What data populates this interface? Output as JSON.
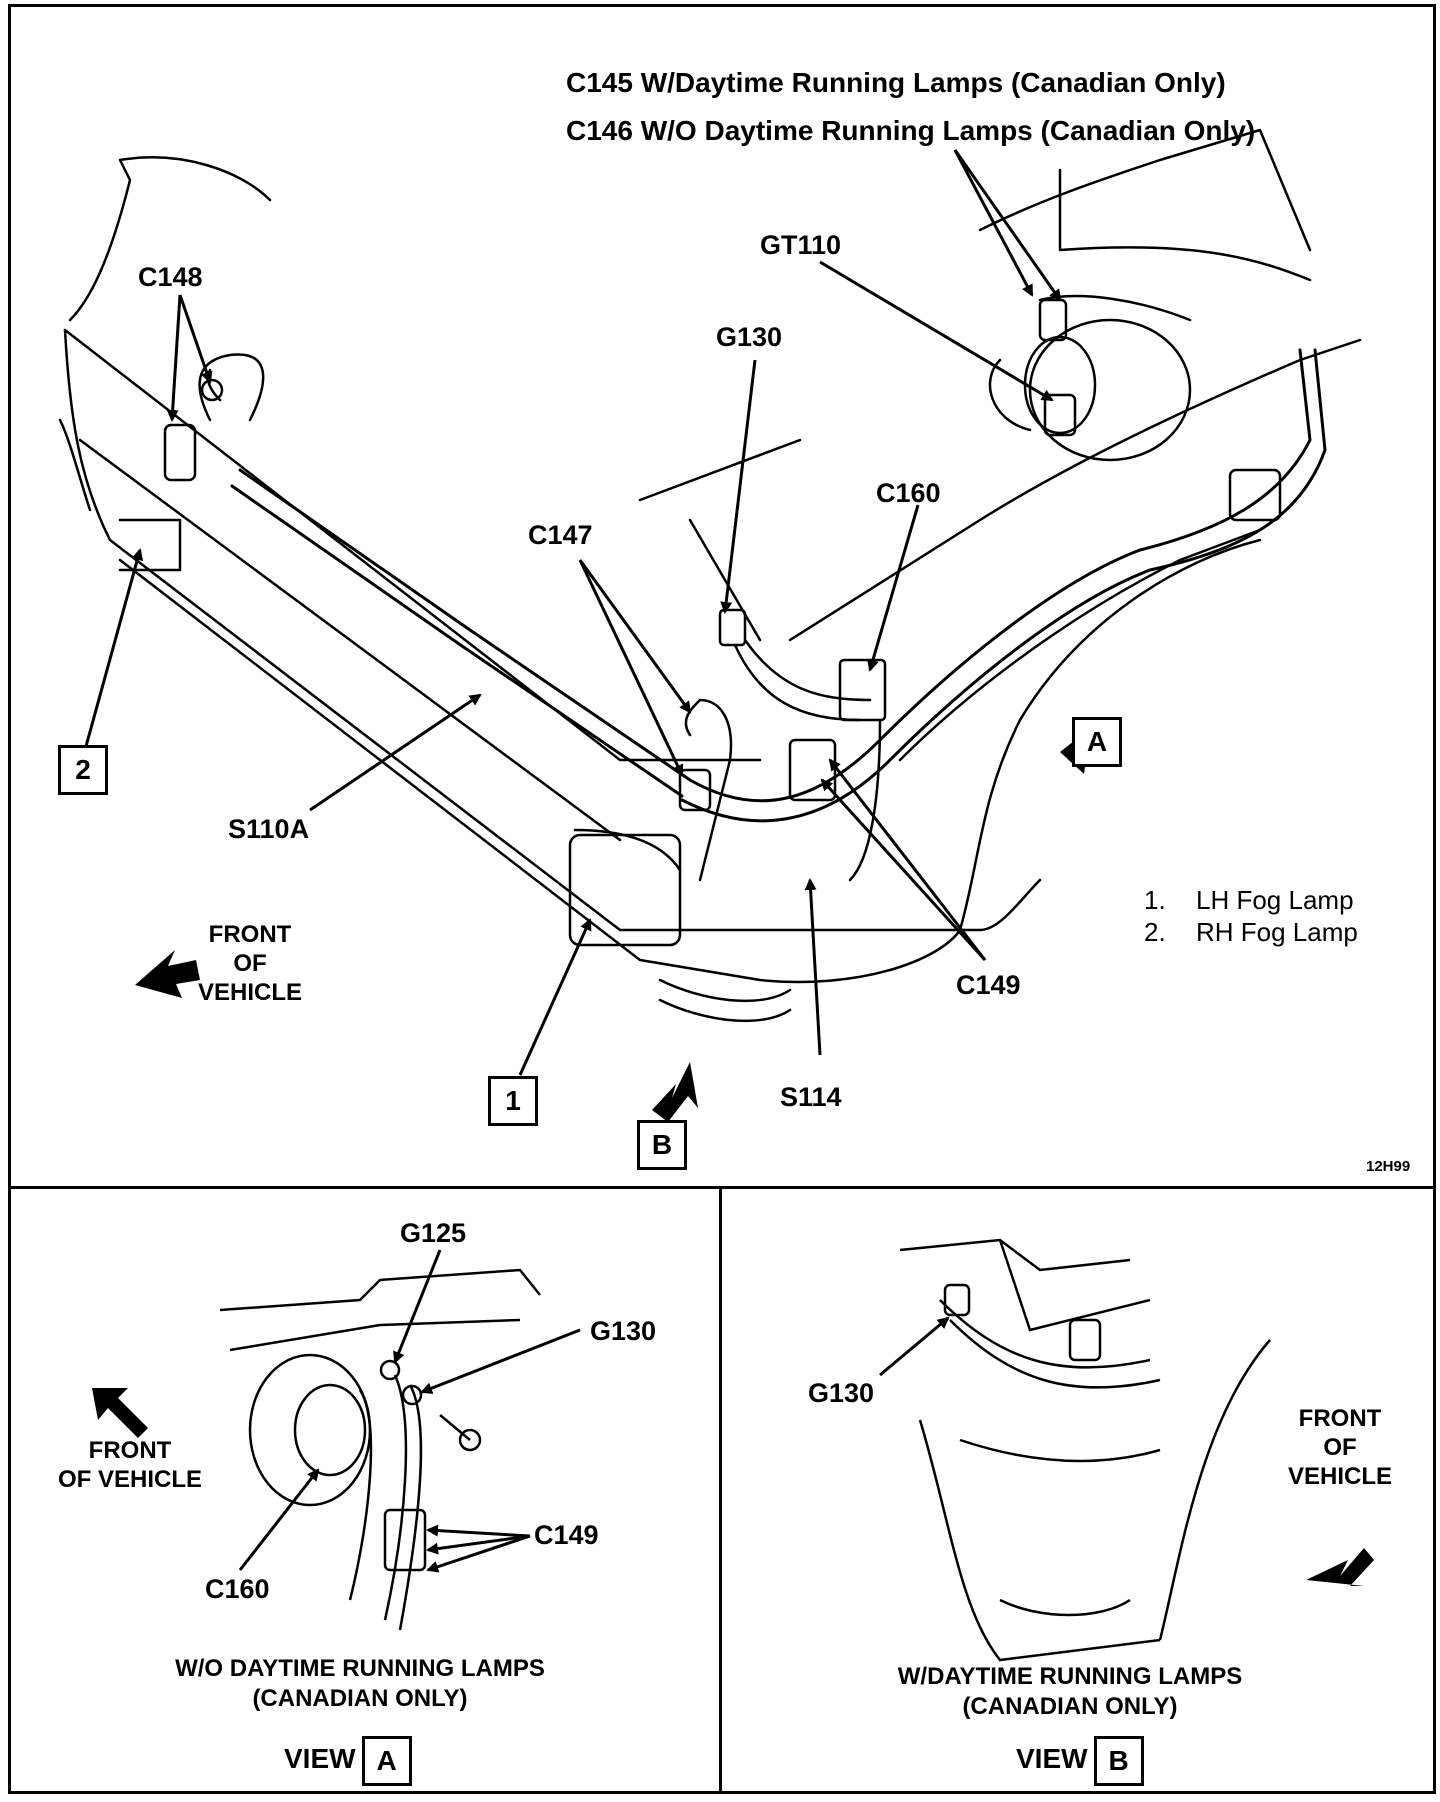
{
  "header": {
    "line1": "C145 W/Daytime Running Lamps (Canadian Only)",
    "line2": "C146 W/O Daytime Running Lamps (Canadian Only)"
  },
  "main_labels": {
    "gt110": "GT110",
    "c148": "C148",
    "g130": "G130",
    "c160": "C160",
    "c147": "C147",
    "s110a": "S110A",
    "c149": "C149",
    "s114": "S114",
    "front_line1": "FRONT",
    "front_line2": "OF",
    "front_line3": "VEHICLE"
  },
  "callout_boxes": {
    "one": "1",
    "two": "2",
    "a": "A",
    "b": "B"
  },
  "legend": [
    {
      "num": "1.",
      "text": "LH Fog Lamp"
    },
    {
      "num": "2.",
      "text": "RH Fog Lamp"
    }
  ],
  "figure_id": "12H99",
  "view_a": {
    "g125": "G125",
    "g130": "G130",
    "c149": "C149",
    "c160": "C160",
    "front_line1": "FRONT",
    "front_line2": "OF VEHICLE",
    "caption_line1": "W/O DAYTIME RUNNING LAMPS",
    "caption_line2": "(CANADIAN ONLY)",
    "view_word": "VIEW",
    "view_letter": "A"
  },
  "view_b": {
    "g130": "G130",
    "front_line1": "FRONT",
    "front_line2": "OF",
    "front_line3": "VEHICLE",
    "caption_line1": "W/DAYTIME RUNNING LAMPS",
    "caption_line2": "(CANADIAN ONLY)",
    "view_word": "VIEW",
    "view_letter": "B"
  }
}
